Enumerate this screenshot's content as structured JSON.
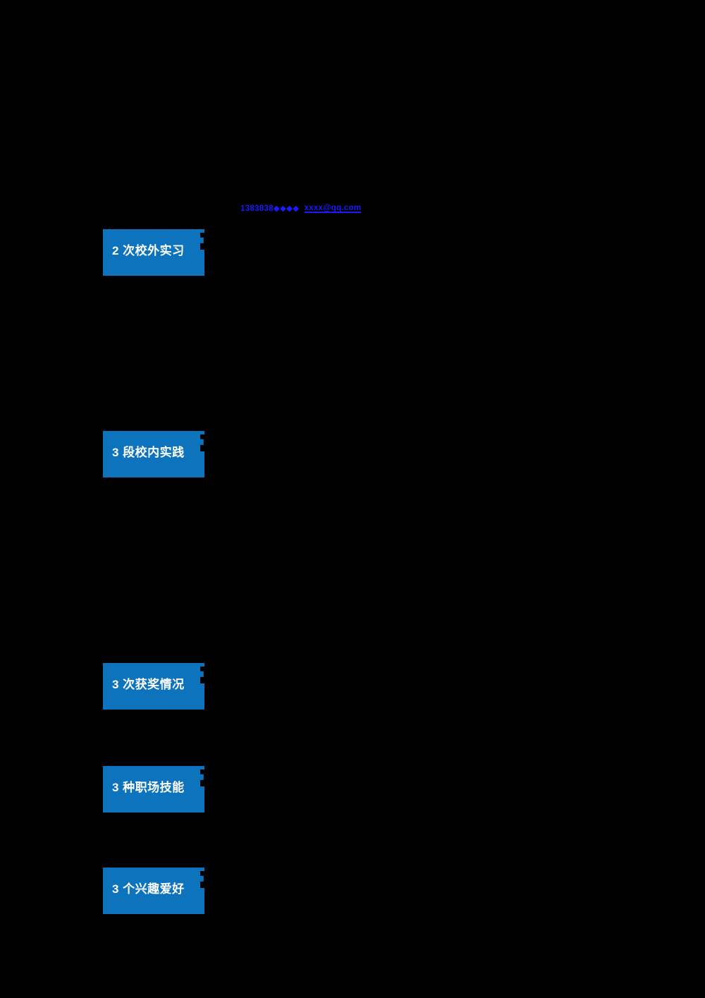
{
  "contact": {
    "phone_masked": "1383838◆◆◆◆",
    "email_link": "xxxx@qq.com"
  },
  "colors": {
    "background": "#000000",
    "badge_blue": "#0d73bd",
    "halo_gray": "#474a4b",
    "notch_black": "#000000",
    "badge_text": "#ffffff",
    "link_blue": "#1a1aff"
  },
  "sections": [
    {
      "id": "external-internships",
      "label": "2 次校外实习"
    },
    {
      "id": "school-practice",
      "label": "3 段校内实践"
    },
    {
      "id": "awards",
      "label": "3 次获奖情况"
    },
    {
      "id": "workplace-skills",
      "label": "3 种职场技能"
    },
    {
      "id": "hobbies",
      "label": "3 个兴趣爱好"
    }
  ]
}
